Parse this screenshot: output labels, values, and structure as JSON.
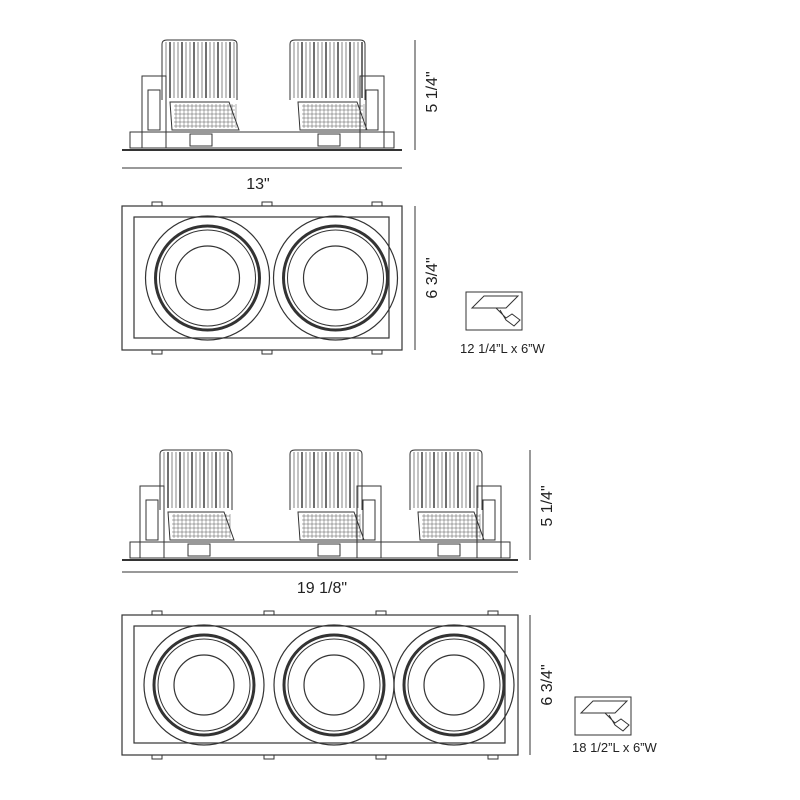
{
  "fixtures": [
    {
      "name": "two-light",
      "heads": 2,
      "height_label": "5 1/4\"",
      "length_label": "13\"",
      "width_label": "6 3/4\"",
      "cutout_label": "12 1/4”L x 6”W",
      "cutout_icon": "saw-cutout-icon"
    },
    {
      "name": "three-light",
      "heads": 3,
      "height_label": "5 1/4\"",
      "length_label": "19 1/8\"",
      "width_label": "6 3/4\"",
      "cutout_label": "18 1/2”L x 6”W",
      "cutout_icon": "saw-cutout-icon"
    }
  ],
  "colors": {
    "line": "#333333",
    "background": "#ffffff"
  }
}
